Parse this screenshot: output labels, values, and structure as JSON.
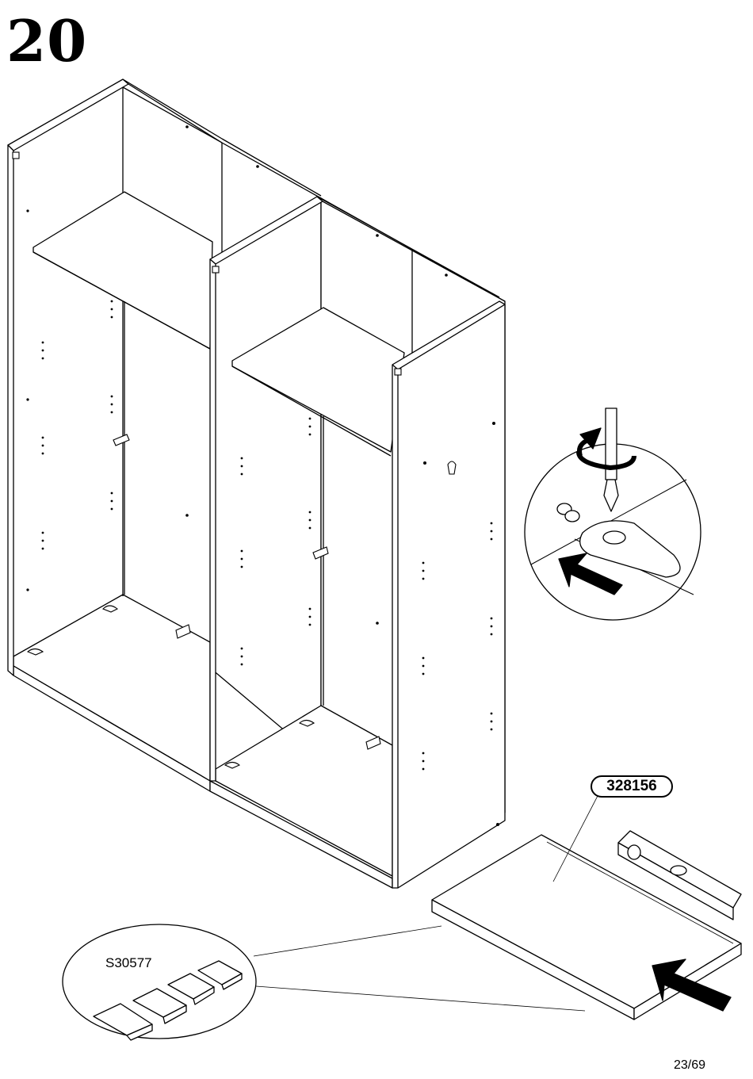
{
  "step": {
    "number": "20"
  },
  "parts": {
    "plinth_code": "328156",
    "fitting_code": "S30577"
  },
  "page": {
    "counter": "23/69"
  },
  "icons": {
    "rotate": "rotate-arrow-icon",
    "push": "push-arrow-icon",
    "screwdriver": "screwdriver-icon",
    "level": "spirit-level-icon"
  },
  "colors": {
    "line": "#000000",
    "paper": "#ffffff"
  }
}
